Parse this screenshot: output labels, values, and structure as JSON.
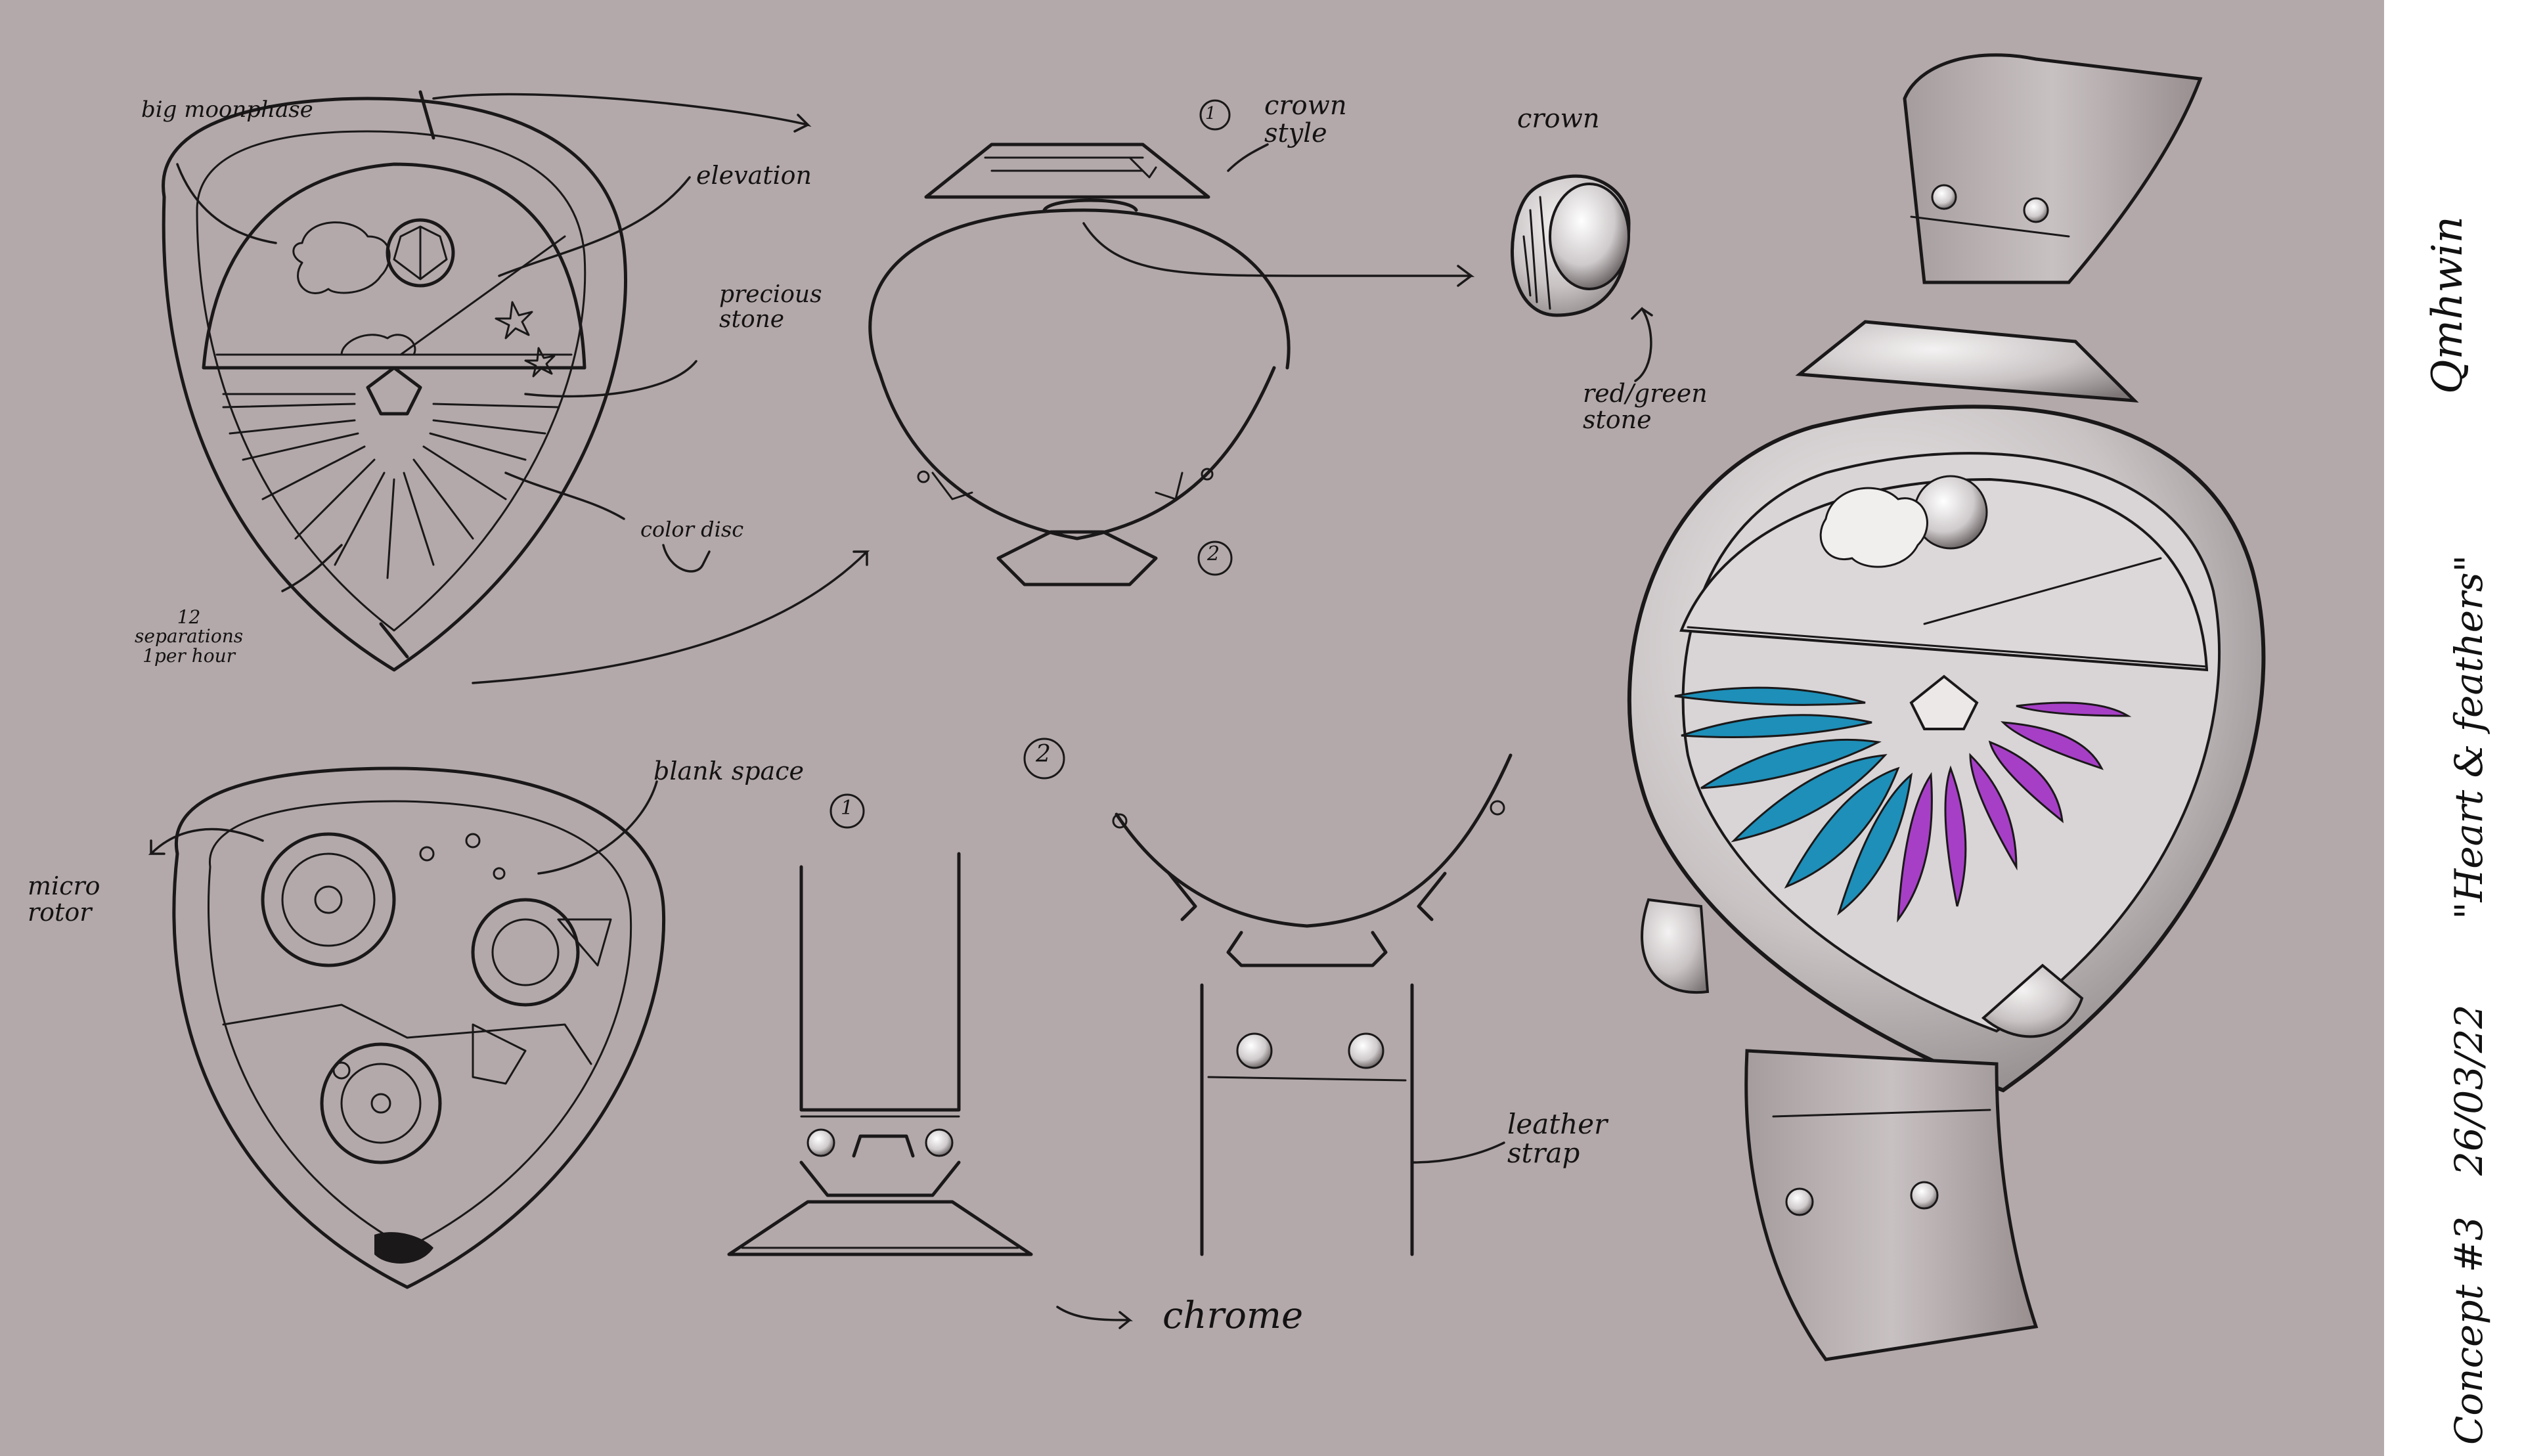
{
  "annotations": {
    "big_moonphase": "big moonphase",
    "elevation": "elevation",
    "precious_stone": "precious\nstone",
    "color_disc": "color disc",
    "separations": "12\nseparations\n1per hour",
    "blank_space": "blank space",
    "micro_rotor": "micro\nrotor",
    "crown_style": "crown\nstyle",
    "crown_style_num": "1",
    "crown": "crown",
    "red_green_stone": "red/green\nstone",
    "num_2_top": "2",
    "num_2_mid": "2",
    "num_1_mid": "1",
    "leather_strap": "leather\nstrap",
    "chrome": "chrome"
  },
  "side_panel": {
    "signature": "Qmhwin",
    "date": "26/03/22",
    "title": "\"Heart & feathers\"",
    "concept": "Concept #3"
  },
  "colors": {
    "background": "#b3a9aa",
    "panel": "#ffffff",
    "ink": "#1a1819",
    "feather_blue": "#1d8fb8",
    "feather_purple": "#a63fc6",
    "metal": "#d7d2d3"
  }
}
